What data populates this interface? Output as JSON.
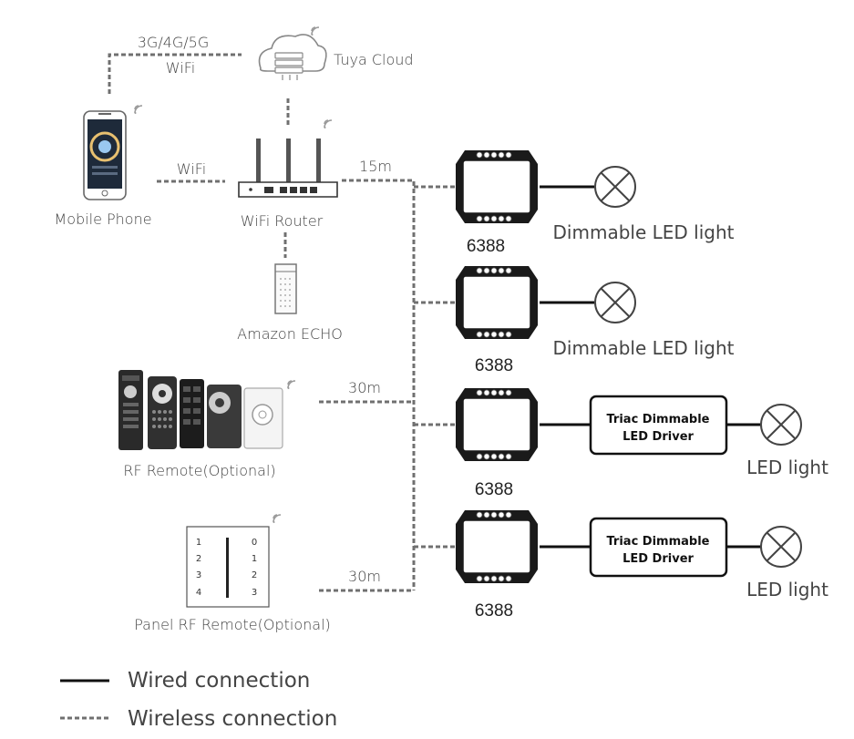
{
  "network": {
    "cellular_label": "3G/4G/5G",
    "cloud_wifi_label": "WiFi",
    "cloud_label": "Tuya Cloud",
    "phone_wifi_label": "WiFi",
    "phone_label": "Mobile Phone",
    "router_label": "WiFi Router",
    "echo_label": "Amazon ECHO",
    "range_router": "15m",
    "range_rf_remote": "30m",
    "range_panel": "30m"
  },
  "remotes": {
    "rf_remote_label": "RF Remote(Optional)",
    "panel_label": "Panel RF Remote(Optional)",
    "panel_zones_left": [
      "1",
      "2",
      "3",
      "4"
    ],
    "panel_zones_right": [
      "0",
      "1",
      "2",
      "3"
    ]
  },
  "devices": [
    {
      "model": "6388",
      "load": "Dimmable LED light"
    },
    {
      "model": "6388",
      "load": "Dimmable LED light"
    },
    {
      "model": "6388",
      "driver": "Triac Dimmable LED Driver",
      "driver_line1": "Triac Dimmable",
      "driver_line2": "LED Driver",
      "load": "LED light"
    },
    {
      "model": "6388",
      "driver": "Triac Dimmable LED Driver",
      "driver_line1": "Triac Dimmable",
      "driver_line2": "LED Driver",
      "load": "LED light"
    }
  ],
  "legend": {
    "wired": "Wired connection",
    "wireless": "Wireless connection"
  }
}
